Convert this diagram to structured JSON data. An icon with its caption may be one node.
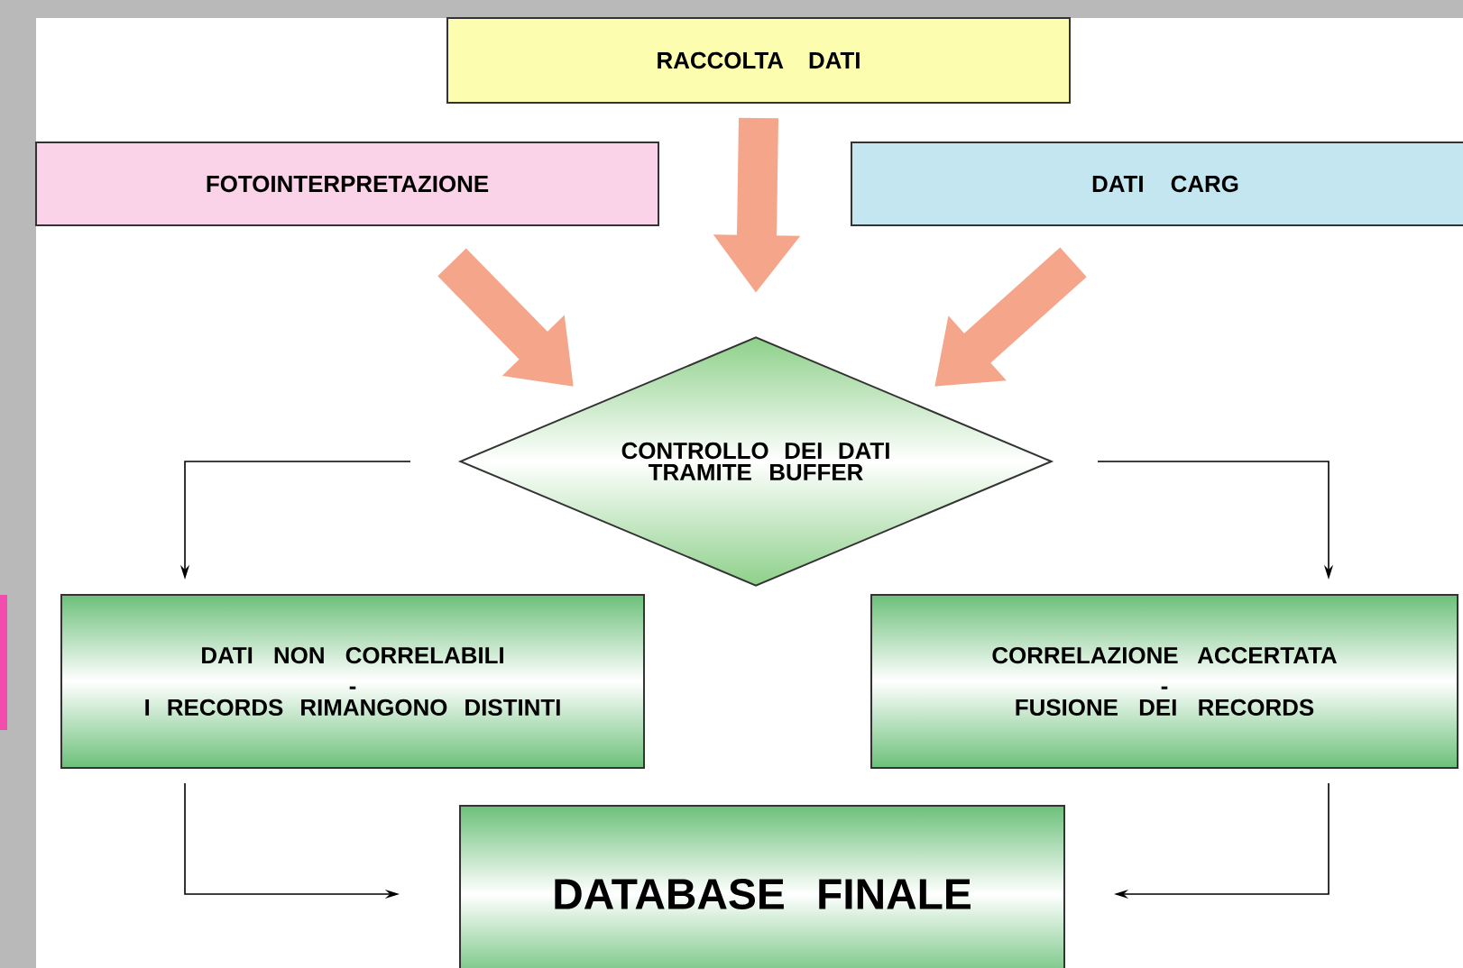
{
  "diagram": {
    "nodes": [
      {
        "text": [
          "RACCOLTA DATI"
        ]
      },
      {
        "text": [
          "FOTOINTERPRETAZIONE"
        ]
      },
      {
        "text": [
          "DATI CARG"
        ]
      },
      {
        "text": [
          "CONTROLLO DEI DATI TRAMITE BUFFER"
        ]
      },
      {
        "text": [
          "DATI NON CORRELABILI",
          "-",
          "I RECORDS RIMANGONO DISTINTI"
        ]
      },
      {
        "text": [
          "CORRELAZIONE ACCERTATA",
          "-",
          "FUSIONE DEI RECORDS"
        ]
      },
      {
        "text": [
          "DATABASE FINALE"
        ]
      }
    ],
    "edges": [
      {
        "from": 0,
        "to": 3,
        "arrow": "to",
        "style": "thick",
        "color": "#f4a58a"
      },
      {
        "from": 1,
        "to": 3,
        "arrow": "to",
        "style": "thick",
        "color": "#f4a58a"
      },
      {
        "from": 2,
        "to": 3,
        "arrow": "to",
        "style": "thick",
        "color": "#f4a58a"
      },
      {
        "from": 3,
        "to": 4,
        "arrow": "to"
      },
      {
        "from": 3,
        "to": 5,
        "arrow": "to"
      },
      {
        "from": 4,
        "to": 6,
        "arrow": "to"
      },
      {
        "from": 5,
        "to": 6,
        "arrow": "to"
      }
    ]
  }
}
